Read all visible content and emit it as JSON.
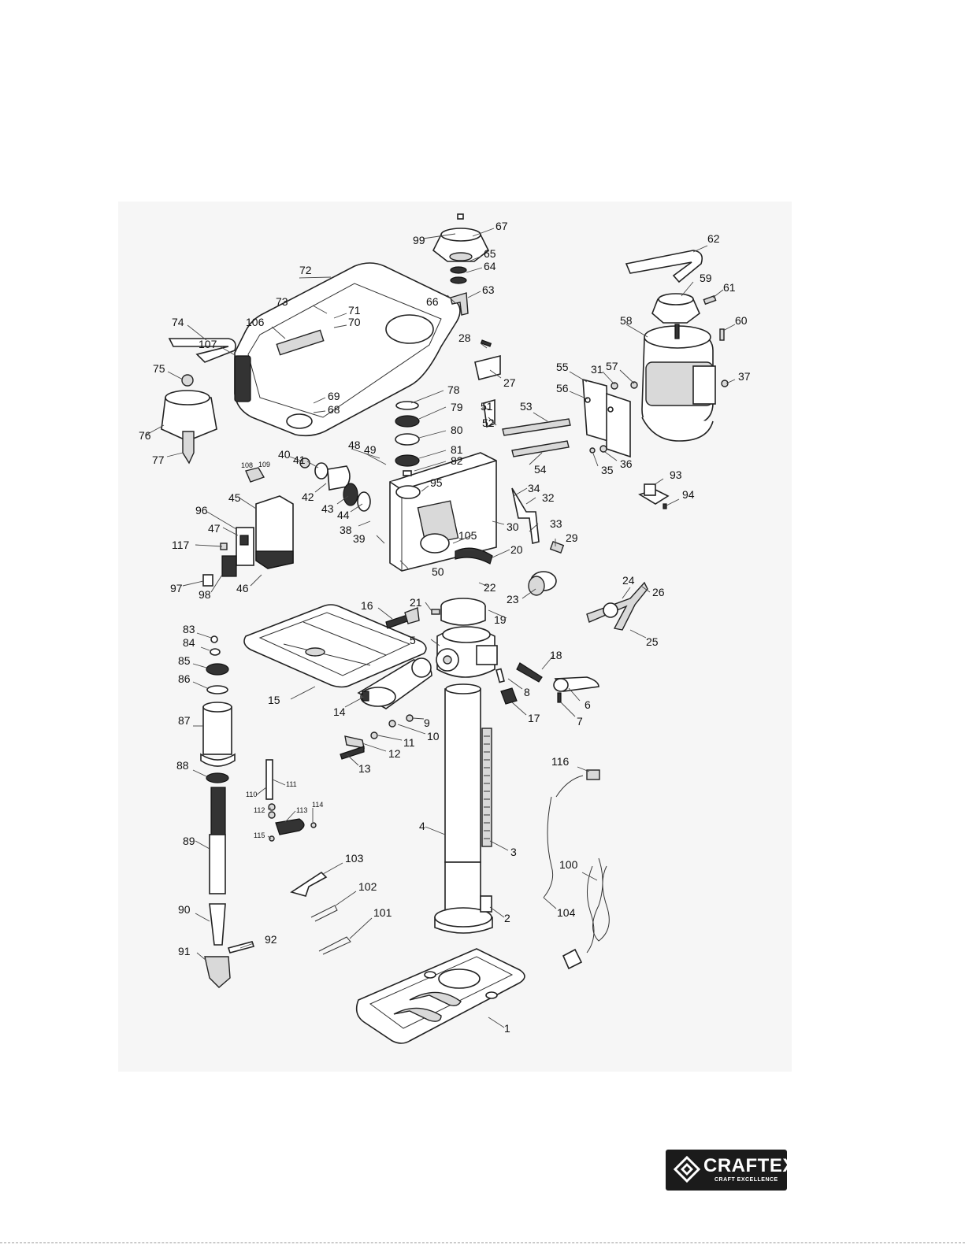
{
  "diagram": {
    "part_labels": [
      "1",
      "2",
      "3",
      "4",
      "5",
      "6",
      "7",
      "8",
      "9",
      "10",
      "11",
      "12",
      "13",
      "14",
      "15",
      "16",
      "17",
      "18",
      "19",
      "20",
      "21",
      "22",
      "23",
      "24",
      "25",
      "26",
      "27",
      "28",
      "29",
      "30",
      "31",
      "32",
      "33",
      "34",
      "35",
      "36",
      "37",
      "38",
      "39",
      "40",
      "41",
      "42",
      "43",
      "44",
      "45",
      "46",
      "47",
      "48",
      "49",
      "50",
      "51",
      "52",
      "53",
      "54",
      "55",
      "56",
      "57",
      "58",
      "59",
      "60",
      "61",
      "62",
      "63",
      "64",
      "65",
      "66",
      "67",
      "68",
      "69",
      "70",
      "71",
      "72",
      "73",
      "74",
      "75",
      "76",
      "77",
      "78",
      "79",
      "80",
      "81",
      "82",
      "83",
      "84",
      "85",
      "86",
      "87",
      "88",
      "89",
      "90",
      "91",
      "92",
      "93",
      "94",
      "95",
      "96",
      "97",
      "98",
      "99",
      "100",
      "101",
      "102",
      "103",
      "104",
      "105",
      "106",
      "107",
      "108",
      "109",
      "110",
      "111",
      "112",
      "113",
      "114",
      "115",
      "116",
      "117"
    ]
  },
  "brand": {
    "name": "CRAFTEX",
    "tagline": "CRAFT EXCELLENCE"
  }
}
